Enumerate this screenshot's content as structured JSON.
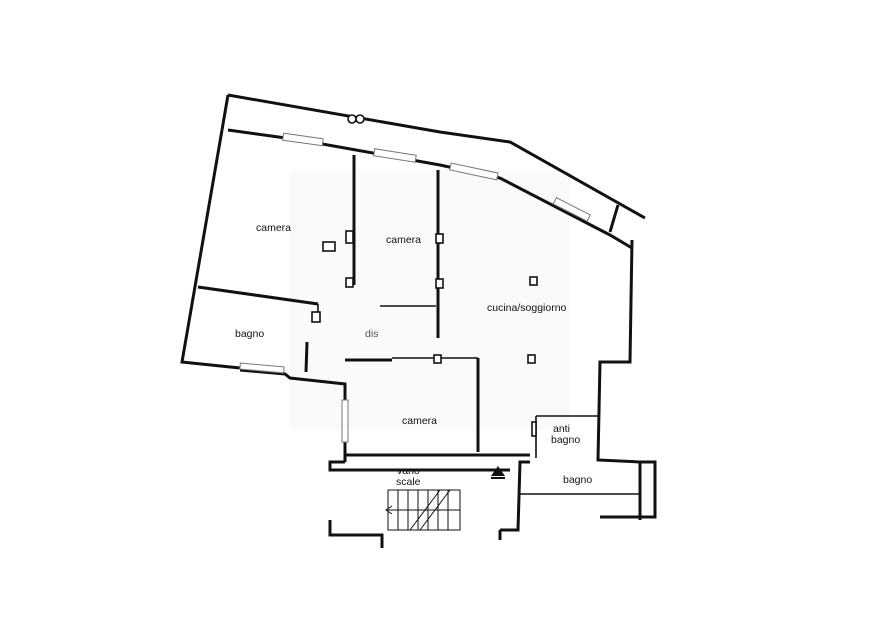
{
  "plan": {
    "rooms": [
      {
        "id": "camera-1",
        "label": "camera"
      },
      {
        "id": "camera-2",
        "label": "camera"
      },
      {
        "id": "cucina",
        "label": "cucina/soggiorno"
      },
      {
        "id": "bagno-1",
        "label": "bagno"
      },
      {
        "id": "dis",
        "label": "dis"
      },
      {
        "id": "camera-3",
        "label": "camera"
      },
      {
        "id": "anti-bagno-l1",
        "label": "anti"
      },
      {
        "id": "anti-bagno-l2",
        "label": "bagno"
      },
      {
        "id": "vano-l1",
        "label": "vano"
      },
      {
        "id": "vano-l2",
        "label": "scale"
      },
      {
        "id": "bagno-2",
        "label": "bagno"
      }
    ]
  },
  "colors": {
    "wall": "#111111",
    "window": "#777777",
    "watermark": "#f1f1f1"
  }
}
